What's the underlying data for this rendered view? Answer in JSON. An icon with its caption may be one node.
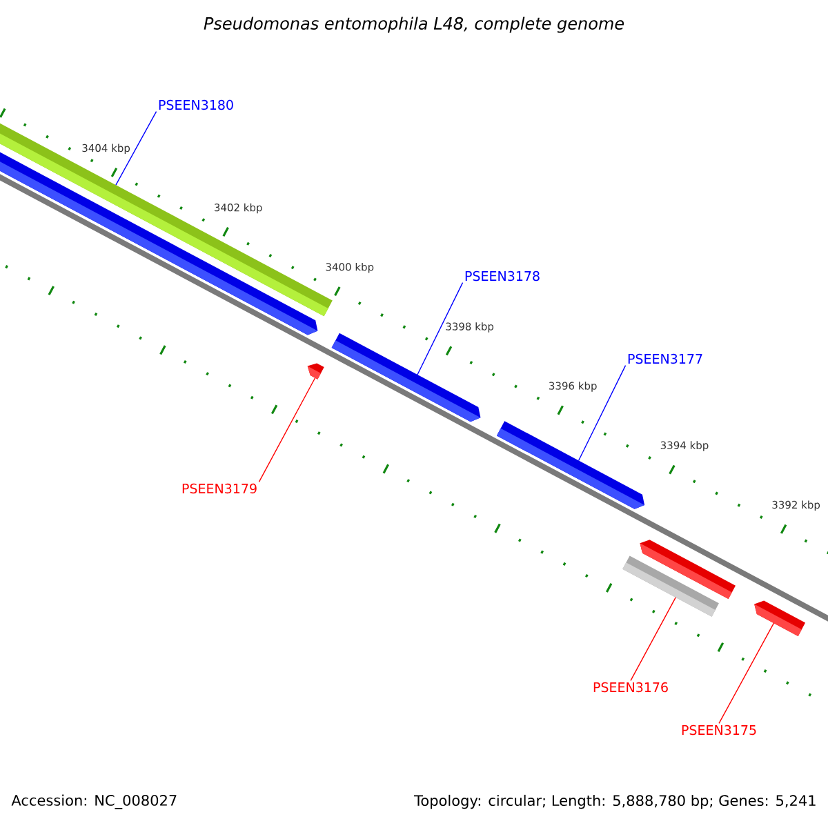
{
  "diagram": {
    "title": "Pseudomonas entomophila L48, complete genome",
    "nodes": [
      {
        "text": [
          "PSEEN3180"
        ]
      },
      {
        "text": [
          "PSEEN3178"
        ]
      },
      {
        "text": [
          "PSEEN3177"
        ]
      },
      {
        "text": [
          "PSEEN3179"
        ]
      },
      {
        "text": [
          "PSEEN3176"
        ]
      },
      {
        "text": [
          "PSEEN3175"
        ]
      },
      {
        "text": [],
        "shape": "bar"
      },
      {
        "text": [],
        "shape": "bar"
      },
      {
        "text": [],
        "shape": "bar"
      },
      {
        "text": [],
        "shape": "bar"
      },
      {
        "text": [],
        "shape": "bar"
      },
      {
        "text": [],
        "shape": "bar"
      },
      {
        "text": [],
        "shape": "bar"
      },
      {
        "text": [],
        "shape": "bar"
      }
    ],
    "edges": [
      {
        "from": 0,
        "to": 6,
        "arrow": "none"
      },
      {
        "from": 1,
        "to": 9,
        "arrow": "none"
      },
      {
        "from": 2,
        "to": 10,
        "arrow": "none"
      },
      {
        "from": 3,
        "to": 8,
        "arrow": "none",
        "color": "#ff0000"
      },
      {
        "from": 4,
        "to": 11,
        "arrow": "none",
        "color": "#ff0000"
      },
      {
        "from": 5,
        "to": 13,
        "arrow": "none",
        "color": "#ff0000"
      }
    ],
    "labels": [
      "3404 kbp",
      "3402 kbp",
      "3400 kbp",
      "3398 kbp",
      "3396 kbp",
      "3394 kbp",
      "3392 kbp",
      "Accession: NC_008027",
      "Topology: circular; Length: 5,888,780 bp; Genes: 5,241"
    ]
  }
}
